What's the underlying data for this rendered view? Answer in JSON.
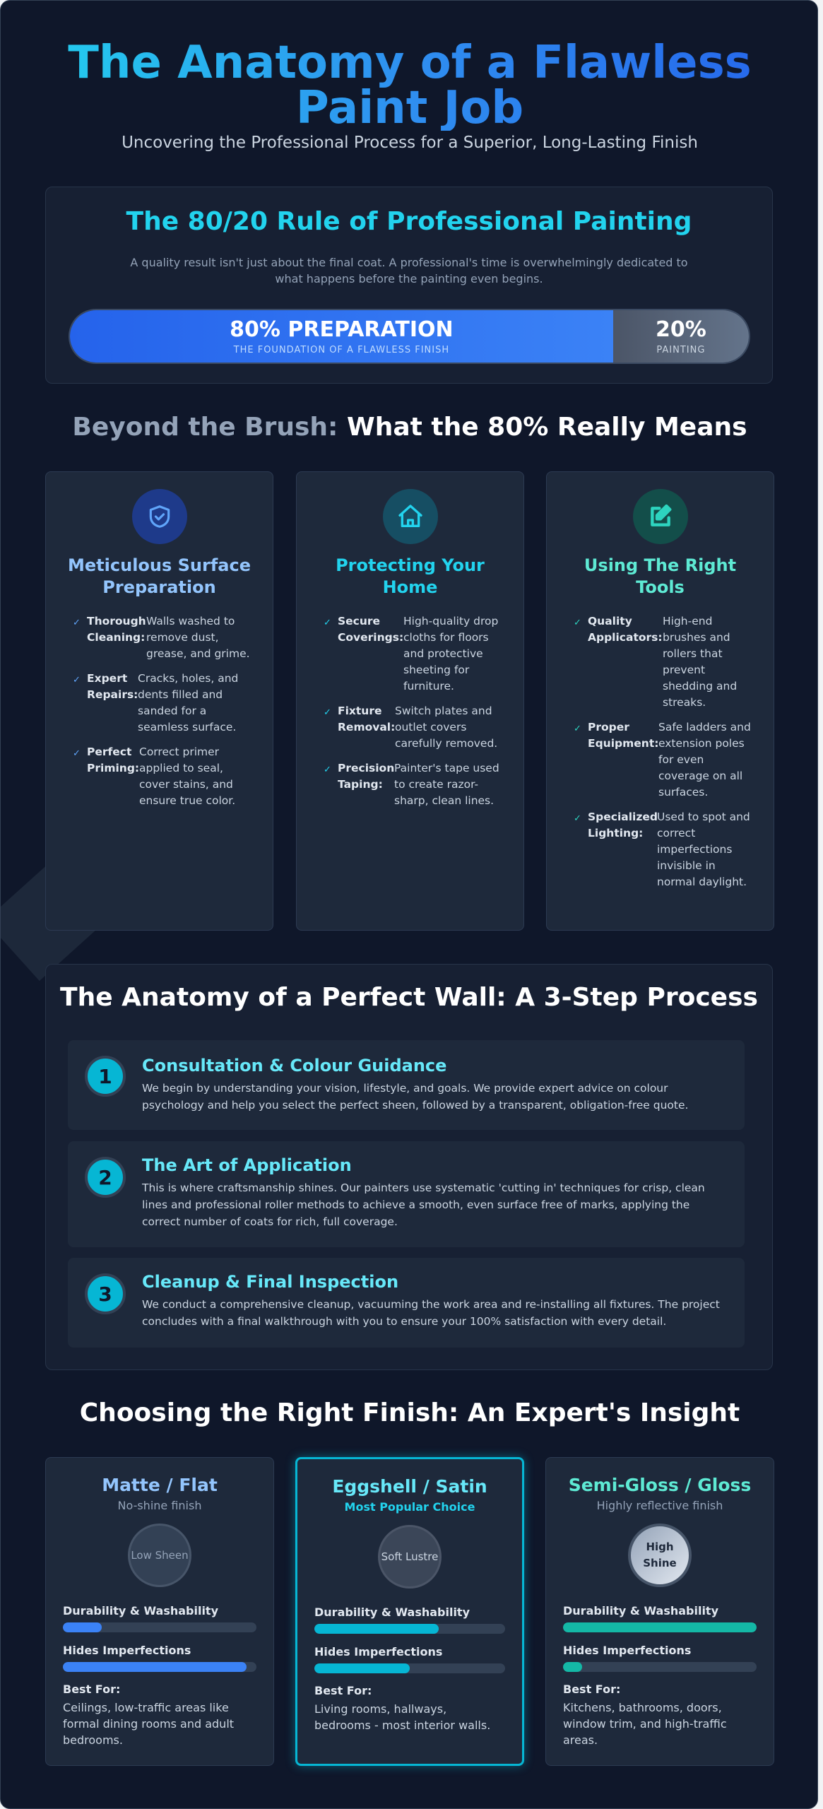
{
  "header": {
    "title": "The Anatomy of a Flawless Paint Job",
    "subtitle": "Uncovering the Professional Process for a Superior, Long-Lasting Finish"
  },
  "rule": {
    "title": "The 80/20 Rule of Professional Painting",
    "description": "A quality result isn't just about the final coat. A professional's time is overwhelmingly dedicated to what happens before the painting even begins.",
    "preparation": {
      "value": "80% PREPARATION",
      "caption": "THE FOUNDATION OF A FLAWLESS FINISH",
      "percent": 80
    },
    "painting": {
      "value": "20%",
      "caption": "PAINTING",
      "percent": 20
    }
  },
  "beyond": {
    "title_muted": "Beyond the Brush:",
    "title_bright": "What the 80% Really Means",
    "cards": [
      {
        "icon": "shield-check-icon",
        "title": "Meticulous Surface Preparation",
        "color": "#93c5fd",
        "items": [
          {
            "label": "Thorough Cleaning:",
            "text": "Walls washed to remove dust, grease, and grime."
          },
          {
            "label": "Expert Repairs:",
            "text": "Cracks, holes, and dents filled and sanded for a seamless surface."
          },
          {
            "label": "Perfect Priming:",
            "text": "Correct primer applied to seal, cover stains, and ensure true color."
          }
        ]
      },
      {
        "icon": "home-icon",
        "title": "Protecting Your Home",
        "color": "#22d3ee",
        "items": [
          {
            "label": "Secure Coverings:",
            "text": "High-quality drop cloths for floors and protective sheeting for furniture."
          },
          {
            "label": "Fixture Removal:",
            "text": "Switch plates and outlet covers carefully removed."
          },
          {
            "label": "Precision Taping:",
            "text": "Painter's tape used to create razor-sharp, clean lines."
          }
        ]
      },
      {
        "icon": "edit-square-icon",
        "title": "Using The Right Tools",
        "color": "#2dd4bf",
        "items": [
          {
            "label": "Quality Applicators:",
            "text": "High-end brushes and rollers that prevent shedding and streaks."
          },
          {
            "label": "Proper Equipment:",
            "text": "Safe ladders and extension poles for even coverage on all surfaces."
          },
          {
            "label": "Specialized Lighting:",
            "text": "Used to spot and correct imperfections invisible in normal daylight."
          }
        ]
      }
    ]
  },
  "process": {
    "title": "The Anatomy of a Perfect Wall: A 3-Step Process",
    "steps": [
      {
        "number": "1",
        "title": "Consultation & Colour Guidance",
        "text": "We begin by understanding your vision, lifestyle, and goals. We provide expert advice on colour psychology and help you select the perfect sheen, followed by a transparent, obligation-free quote."
      },
      {
        "number": "2",
        "title": "The Art of Application",
        "text": "This is where craftsmanship shines. Our painters use systematic 'cutting in' techniques for crisp, clean lines and professional roller methods to achieve a smooth, even surface free of marks, applying the correct number of coats for rich, full coverage."
      },
      {
        "number": "3",
        "title": "Cleanup & Final Inspection",
        "text": "We conduct a comprehensive cleanup, vacuuming the work area and re-installing all fixtures. The project concludes with a final walkthrough with you to ensure your 100% satisfaction with every detail."
      }
    ]
  },
  "finishes": {
    "title": "Choosing the Right Finish: An Expert's Insight",
    "metric_labels": [
      "Durability & Washability",
      "Hides Imperfections"
    ],
    "best_for_label": "Best For:",
    "cards": [
      {
        "name": "Matte / Flat",
        "subtitle": "No-shine finish",
        "sheen": "Low Sheen",
        "color": "#93c5fd",
        "bar_color": "#3b82f6",
        "durability": 20,
        "hides": 95,
        "best_for": "Ceilings, low-traffic areas like formal dining rooms and adult bedrooms.",
        "popular": false
      },
      {
        "name": "Eggshell / Satin",
        "subtitle": "Most Popular Choice",
        "sheen": "Soft Lustre",
        "color": "#67e8f9",
        "bar_color": "#06b6d4",
        "durability": 65,
        "hides": 50,
        "best_for": "Living rooms, hallways, bedrooms - most interior walls.",
        "popular": true
      },
      {
        "name": "Semi-Gloss / Gloss",
        "subtitle": "Highly reflective finish",
        "sheen": "High Shine",
        "color": "#5eead4",
        "bar_color": "#14b8a6",
        "durability": 100,
        "hides": 10,
        "best_for": "Kitchens, bathrooms, doors, window trim, and high-traffic areas.",
        "popular": false
      }
    ]
  }
}
